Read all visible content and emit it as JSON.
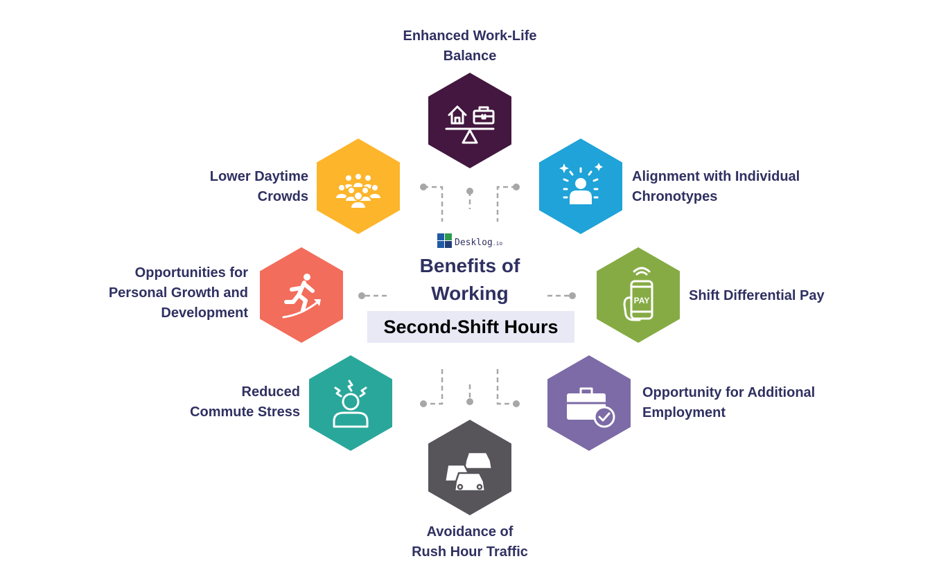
{
  "brand": {
    "name": "Desklog",
    "suffix": ".io"
  },
  "center": {
    "title_line1": "Benefits of",
    "title_line2": "Working",
    "subtitle": "Second-Shift Hours"
  },
  "benefits": [
    {
      "lines": [
        "Enhanced Work-Life",
        "Balance"
      ],
      "color": "#43173f",
      "icon": "work-life-balance-icon"
    },
    {
      "lines": [
        "Alignment with Individual",
        "Chronotypes"
      ],
      "color": "#1fa3d8",
      "icon": "person-glow-icon"
    },
    {
      "lines": [
        "Shift Differential Pay"
      ],
      "color": "#86ab45",
      "icon": "phone-pay-icon"
    },
    {
      "lines": [
        "Opportunity for Additional",
        "Employment"
      ],
      "color": "#7c6ba6",
      "icon": "briefcase-check-icon"
    },
    {
      "lines": [
        "Avoidance of",
        "Rush Hour Traffic"
      ],
      "color": "#57545a",
      "icon": "traffic-cars-icon"
    },
    {
      "lines": [
        "Reduced",
        "Commute Stress"
      ],
      "color": "#2aa79b",
      "icon": "stressed-person-icon"
    },
    {
      "lines": [
        "Opportunities for",
        "Personal Growth and",
        "Development"
      ],
      "color": "#f26d5b",
      "icon": "running-growth-icon"
    },
    {
      "lines": [
        "Lower Daytime",
        "Crowds"
      ],
      "color": "#fdb52b",
      "icon": "crowd-icon"
    }
  ]
}
